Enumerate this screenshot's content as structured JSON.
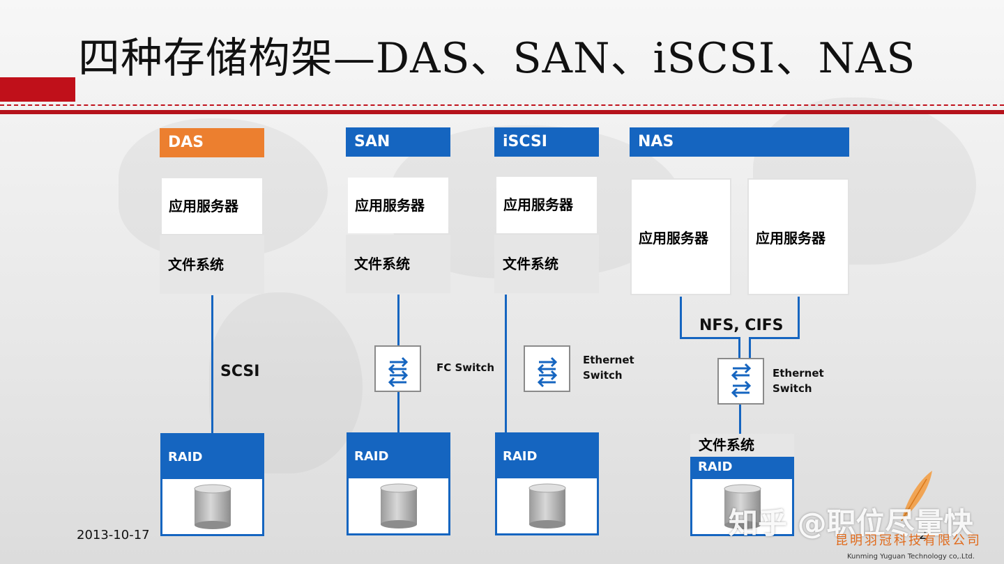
{
  "title": "四种存储构架—DAS、SAN、iSCSI、NAS",
  "columns": {
    "das": {
      "header": "DAS",
      "app": "应用服务器",
      "fs": "文件系统",
      "link": "SCSI",
      "raid": "RAID"
    },
    "san": {
      "header": "SAN",
      "app": "应用服务器",
      "fs": "文件系统",
      "switch": "FC Switch",
      "raid": "RAID"
    },
    "iscsi": {
      "header": "iSCSI",
      "app": "应用服务器",
      "fs": "文件系统",
      "switch_line1": "Ethernet",
      "switch_line2": "Switch",
      "raid": "RAID"
    },
    "nas": {
      "header": "NAS",
      "app1": "应用服务器",
      "app2": "应用服务器",
      "protocol": "NFS, CIFS",
      "switch_line1": "Ethernet",
      "switch_line2": "Switch",
      "fs": "文件系统",
      "raid": "RAID"
    }
  },
  "footer": {
    "date": "2013-10-17",
    "page": "2",
    "watermark": "知乎 @职位尽量快",
    "company_cn": "昆明羽冠科技有限公司",
    "company_en": "Kunming Yuguan Technology co,.Ltd."
  },
  "colors": {
    "accent_red": "#c0101a",
    "blue": "#1565c0",
    "orange": "#ec7f2f"
  },
  "icons": [
    "switch-arrows-icon",
    "disk-cylinder-icon",
    "feather-logo-icon"
  ]
}
